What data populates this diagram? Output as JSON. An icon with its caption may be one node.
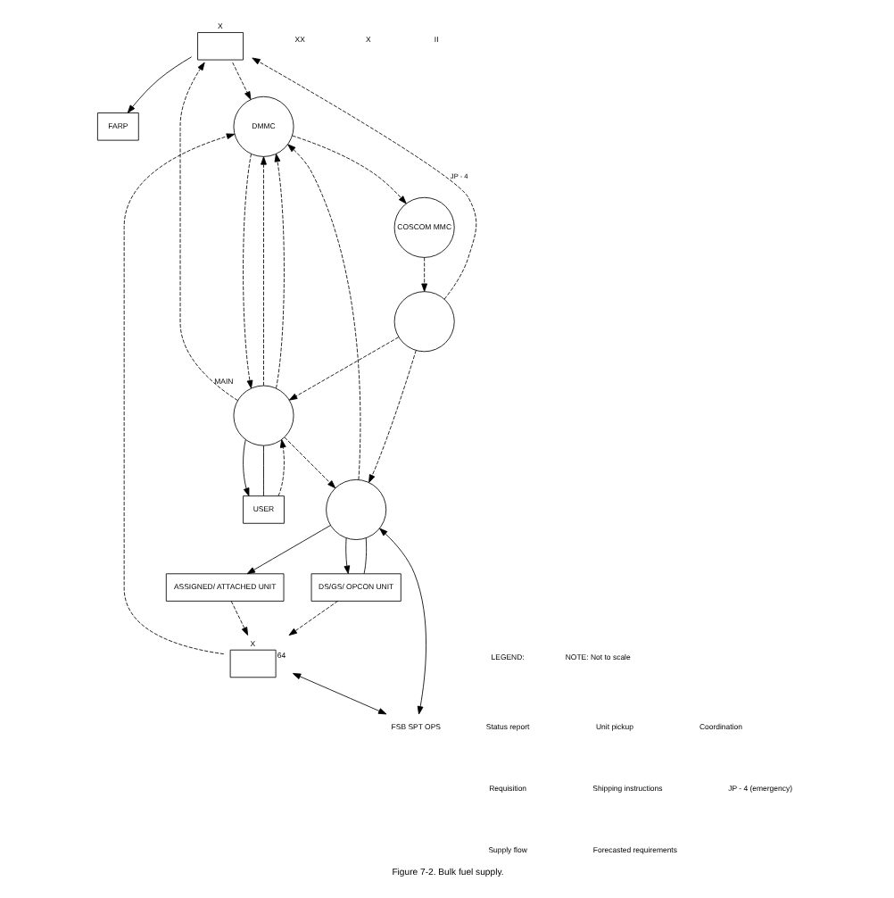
{
  "diagram": {
    "caption": "Figure 7-2. Bulk fuel supply.",
    "nodes": [
      {
        "text": [],
        "shape": "box",
        "beside": [
          "X"
        ]
      },
      {
        "text": [
          "FARP"
        ]
      },
      {
        "text": [],
        "shape": "box",
        "beside": [
          "X",
          "64"
        ]
      },
      {
        "text": [
          "COSCOM MMC"
        ]
      },
      {
        "text": [
          "DMMC"
        ]
      },
      {
        "text": [
          "ASSIGNED/ ATTACHED UNIT"
        ]
      },
      {
        "text": [
          "FSB SPT OPS"
        ]
      },
      {
        "text": [
          "USER"
        ]
      },
      {
        "text": [],
        "shape": "circle"
      },
      {
        "text": [],
        "shape": "circle",
        "beside": [
          "MAIN"
        ]
      },
      {
        "text": [],
        "shape": "circle"
      },
      {
        "text": [
          "DS/GS/ OPCON UNIT"
        ]
      }
    ],
    "edges": [
      {
        "from": 0,
        "to": 1,
        "arrow": "to"
      },
      {
        "from": 0,
        "to": 4,
        "arrow": "to",
        "style": "dashed"
      },
      {
        "from": 4,
        "to": 3,
        "arrow": "to",
        "style": "dashed"
      },
      {
        "from": 3,
        "to": 8,
        "arrow": "to",
        "style": "dashed"
      },
      {
        "from": 8,
        "to": 0,
        "arrow": "to",
        "style": "dashed",
        "label": "JP - 4"
      },
      {
        "from": 9,
        "to": 0,
        "arrow": "to",
        "style": "dashed"
      },
      {
        "from": 8,
        "to": 9,
        "arrow": "to",
        "style": "dashed"
      },
      {
        "from": 8,
        "to": 10,
        "arrow": "to",
        "style": "dashed"
      },
      {
        "from": 9,
        "to": 10,
        "arrow": "to",
        "style": "dashed"
      },
      {
        "from": 9,
        "to": 4,
        "arrow": "to",
        "style": "dashed"
      },
      {
        "from": 4,
        "to": 9,
        "arrow": "to",
        "style": "dashed"
      },
      {
        "from": 9,
        "to": 4,
        "arrow": "to",
        "style": "dashed"
      },
      {
        "from": 9,
        "to": 7,
        "arrow": "to"
      },
      {
        "from": 7,
        "to": 9,
        "arrow": "none"
      },
      {
        "from": 7,
        "to": 9,
        "arrow": "to",
        "style": "dashed"
      },
      {
        "from": 10,
        "to": 4,
        "arrow": "to",
        "style": "dashed"
      },
      {
        "from": 2,
        "to": 4,
        "arrow": "to",
        "style": "dashed"
      },
      {
        "from": 5,
        "to": 2,
        "arrow": "to",
        "style": "dashed"
      },
      {
        "from": 10,
        "to": 5,
        "arrow": "to"
      },
      {
        "from": 10,
        "to": 11,
        "arrow": "to"
      },
      {
        "from": 10,
        "to": 11,
        "arrow": "none"
      },
      {
        "from": 11,
        "to": 2,
        "arrow": "to",
        "style": "dashed"
      },
      {
        "from": 2,
        "to": 6,
        "arrow": "both"
      },
      {
        "from": 6,
        "to": 10,
        "arrow": "both"
      }
    ],
    "labels": [
      "XX",
      "X",
      "II",
      "LEGEND:",
      "NOTE: Not to scale"
    ],
    "legend": [
      {
        "text": "Status report"
      },
      {
        "text": "Unit pickup"
      },
      {
        "text": "Coordination"
      },
      {
        "text": "Requisition"
      },
      {
        "text": "Shipping instructions"
      },
      {
        "text": "JP - 4 (emergency)"
      },
      {
        "text": "Supply flow"
      },
      {
        "text": "Forecasted requirements"
      }
    ]
  }
}
